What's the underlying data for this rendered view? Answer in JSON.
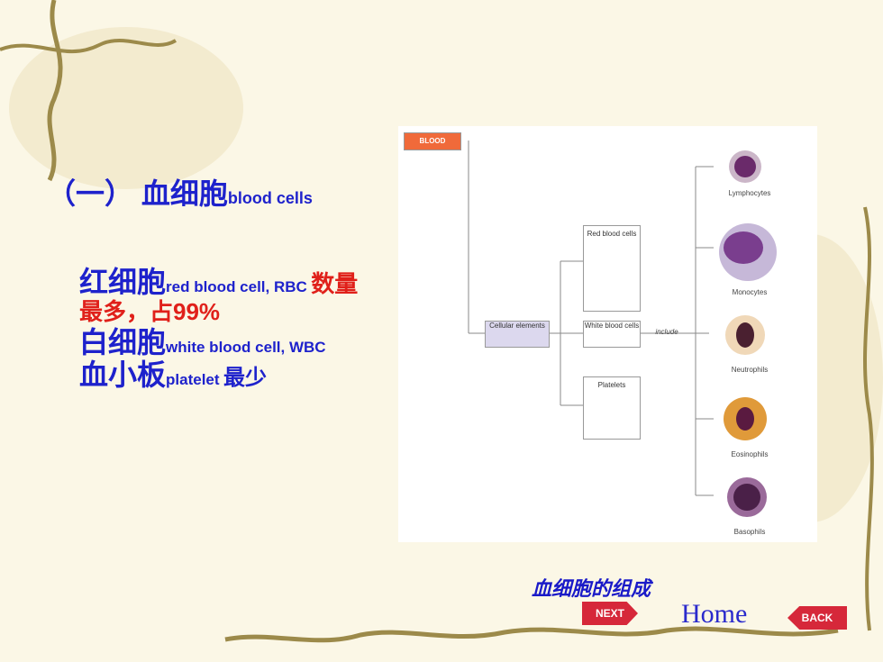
{
  "heading": {
    "zh": "（一） 血细胞",
    "en": "blood cells"
  },
  "items": [
    {
      "zh": "红细胞",
      "en": "red blood cell, RBC",
      "note": "数量最多，占99%"
    },
    {
      "zh": "白细胞",
      "en": "white blood cell, WBC"
    },
    {
      "zh": "血小板",
      "en": "platelet",
      "note": "最少"
    }
  ],
  "diagram": {
    "blood": "BLOOD",
    "cellular": "Cellular elements",
    "rbc": "Red blood cells",
    "wbc": "White blood cells",
    "platelets": "Platelets",
    "include": "include",
    "types": [
      "Lymphocytes",
      "Monocytes",
      "Neutrophils",
      "Eosinophils",
      "Basophils"
    ]
  },
  "caption": "血细胞的组成",
  "nav": {
    "next": "NEXT",
    "home": "Home",
    "back": "BACK"
  },
  "colors": {
    "accent_blue": "#1e22cc",
    "accent_red": "#e0201a",
    "button_red": "#d6283a"
  }
}
